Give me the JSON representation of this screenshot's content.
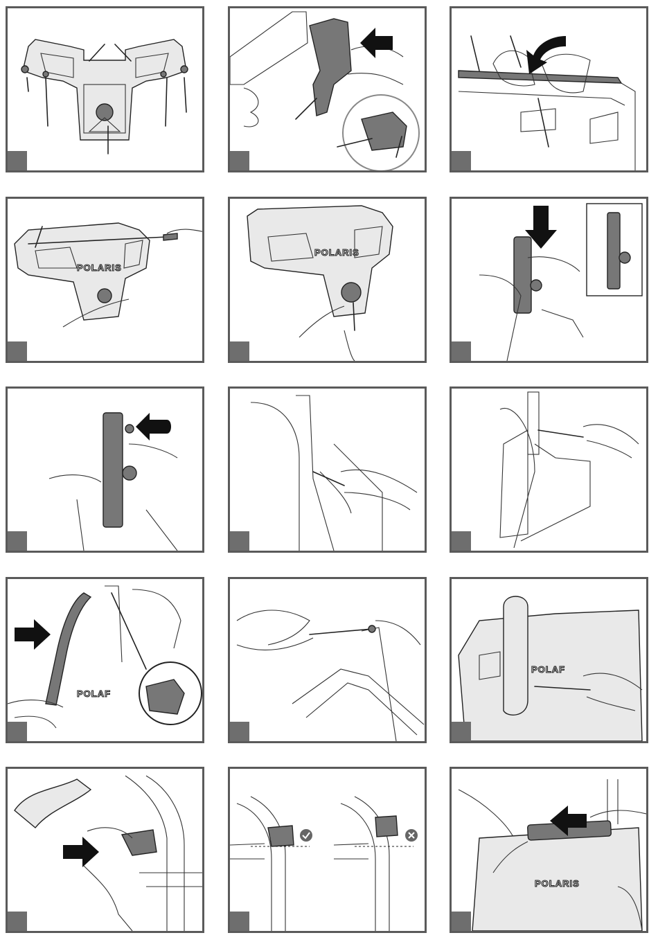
{
  "brand": "POLARIS",
  "brand_partial": "POLAF",
  "brand_partial_2": "POLAF",
  "steps": [
    "",
    "",
    "",
    "",
    "",
    "",
    "",
    "",
    "",
    "",
    "",
    "",
    "",
    "",
    ""
  ],
  "icons": {
    "check": "check-icon",
    "cross": "cross-icon"
  },
  "colors": {
    "frame": "#5a5a5a",
    "step_box": "#6e6e6e",
    "part_grey": "#777777",
    "arrow": "#111111"
  }
}
